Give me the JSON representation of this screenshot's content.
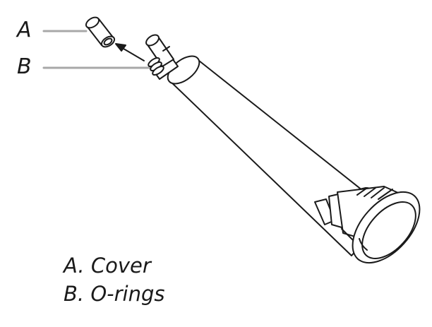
{
  "callouts": {
    "a": "A",
    "b": "B"
  },
  "legend": [
    {
      "letter": "A.",
      "label": "Cover"
    },
    {
      "letter": "B.",
      "label": "O-rings"
    }
  ],
  "colors": {
    "outline": "#1a1a1a",
    "leader_line": "#a8a8a8",
    "fill": "#ffffff"
  }
}
